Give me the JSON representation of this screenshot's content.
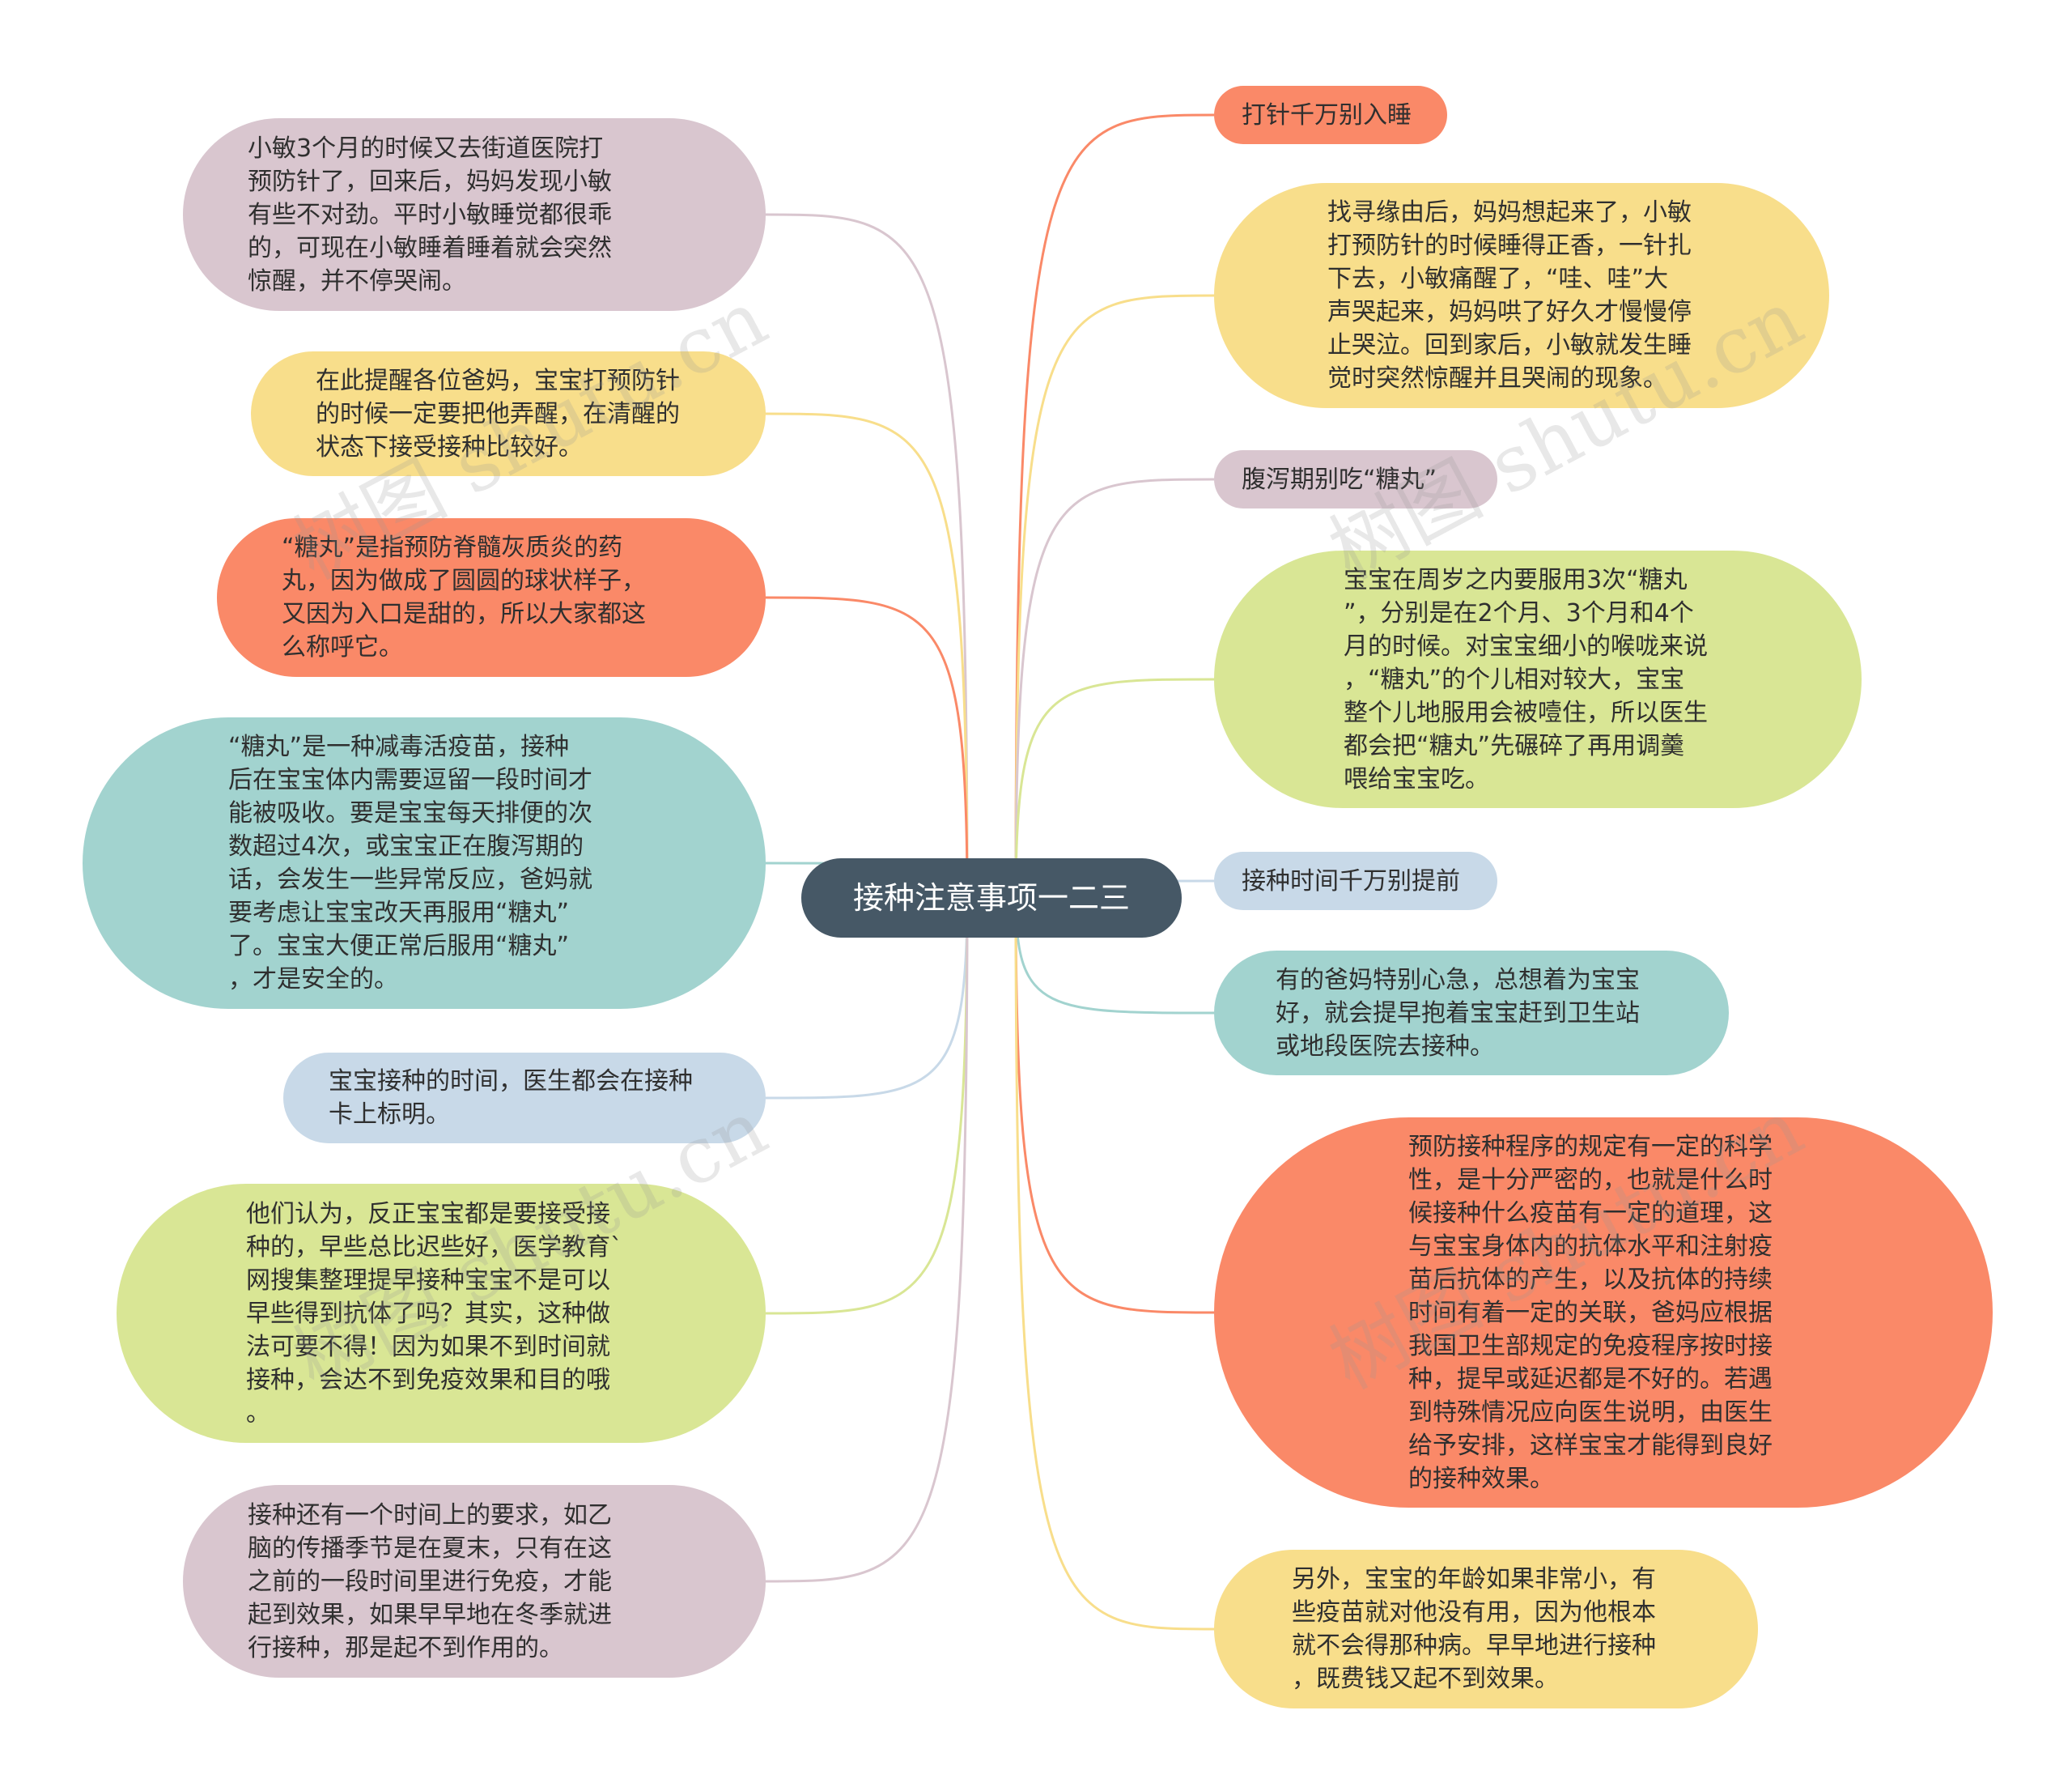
{
  "colors": {
    "center": "#465866",
    "mauve": "#d9c6cf",
    "yellow": "#f8de8b",
    "coral": "#fa8968",
    "teal": "#a2d3cf",
    "blue": "#c8d9e8",
    "green": "#d9e695"
  },
  "center": {
    "text": "接种注意事项一二三"
  },
  "left_nodes": [
    {
      "id": "L1",
      "color": "mauve",
      "text": "小敏3个月的时候又去街道医院打\n预防针了，回来后，妈妈发现小敏\n有些不对劲。平时小敏睡觉都很乖\n的，可现在小敏睡着睡着就会突然\n惊醒，并不停哭闹。"
    },
    {
      "id": "L2",
      "color": "yellow",
      "text": "在此提醒各位爸妈，宝宝打预防针\n的时候一定要把他弄醒，在清醒的\n状态下接受接种比较好。"
    },
    {
      "id": "L3",
      "color": "coral",
      "text": "“糖丸”是指预防脊髓灰质炎的药\n丸，因为做成了圆圆的球状样子，\n又因为入口是甜的，所以大家都这\n么称呼它。"
    },
    {
      "id": "L4",
      "color": "teal",
      "text": "“糖丸”是一种减毒活疫苗，接种\n后在宝宝体内需要逗留一段时间才\n能被吸收。要是宝宝每天排便的次\n数超过4次，或宝宝正在腹泻期的\n话，会发生一些异常反应，爸妈就\n要考虑让宝宝改天再服用“糖丸”\n了。宝宝大便正常后服用“糖丸”\n，才是安全的。"
    },
    {
      "id": "L5",
      "color": "blue",
      "text": "宝宝接种的时间，医生都会在接种\n卡上标明。"
    },
    {
      "id": "L6",
      "color": "green",
      "text": "他们认为，反正宝宝都是要接受接\n种的，早些总比迟些好，医学教育`\n网搜集整理提早接种宝宝不是可以\n早些得到抗体了吗？其实，这种做\n法可要不得！因为如果不到时间就\n接种，会达不到免疫效果和目的哦\n。"
    },
    {
      "id": "L7",
      "color": "mauve",
      "text": "接种还有一个时间上的要求，如乙\n脑的传播季节是在夏末，只有在这\n之前的一段时间里进行免疫，才能\n起到效果，如果早早地在冬季就进\n行接种，那是起不到作用的。"
    }
  ],
  "right_nodes": [
    {
      "id": "R1",
      "color": "coral",
      "kind": "label",
      "text": "打针千万别入睡"
    },
    {
      "id": "R2",
      "color": "yellow",
      "kind": "detail",
      "text": "找寻缘由后，妈妈想起来了，小敏\n打预防针的时候睡得正香，一针扎\n下去，小敏痛醒了，“哇、哇”大\n声哭起来，妈妈哄了好久才慢慢停\n止哭泣。回到家后，小敏就发生睡\n觉时突然惊醒并且哭闹的现象。"
    },
    {
      "id": "R3",
      "color": "mauve",
      "kind": "label",
      "text": "腹泻期别吃“糖丸”"
    },
    {
      "id": "R4",
      "color": "green",
      "kind": "detail",
      "text": "宝宝在周岁之内要服用3次“糖丸\n”，分别是在2个月、3个月和4个\n月的时候。对宝宝细小的喉咙来说\n，“糖丸”的个儿相对较大，宝宝\n整个儿地服用会被噎住，所以医生\n都会把“糖丸”先碾碎了再用调羹\n喂给宝宝吃。"
    },
    {
      "id": "R5",
      "color": "blue",
      "kind": "label",
      "text": "接种时间千万别提前"
    },
    {
      "id": "R6",
      "color": "teal",
      "kind": "detail",
      "text": "有的爸妈特别心急，总想着为宝宝\n好，就会提早抱着宝宝赶到卫生站\n或地段医院去接种。"
    },
    {
      "id": "R7",
      "color": "coral",
      "kind": "detail",
      "text": "预防接种程序的规定有一定的科学\n性，是十分严密的，也就是什么时\n候接种什么疫苗有一定的道理，这\n与宝宝身体内的抗体水平和注射疫\n苗后抗体的产生，以及抗体的持续\n时间有着一定的关联，爸妈应根据\n我国卫生部规定的免疫程序按时接\n种，提早或延迟都是不好的。若遇\n到特殊情况应向医生说明，由医生\n给予安排，这样宝宝才能得到良好\n的接种效果。"
    },
    {
      "id": "R8",
      "color": "yellow",
      "kind": "detail",
      "text": "另外，宝宝的年龄如果非常小，有\n些疫苗就对他没有用，因为他根本\n就不会得那种病。早早地进行接种\n，既费钱又起不到效果。"
    }
  ],
  "watermarks": [
    "树图 shutu.cn",
    "树图 shutu.cn",
    "树图 shutu.cn",
    "树图 shutu.cn"
  ]
}
